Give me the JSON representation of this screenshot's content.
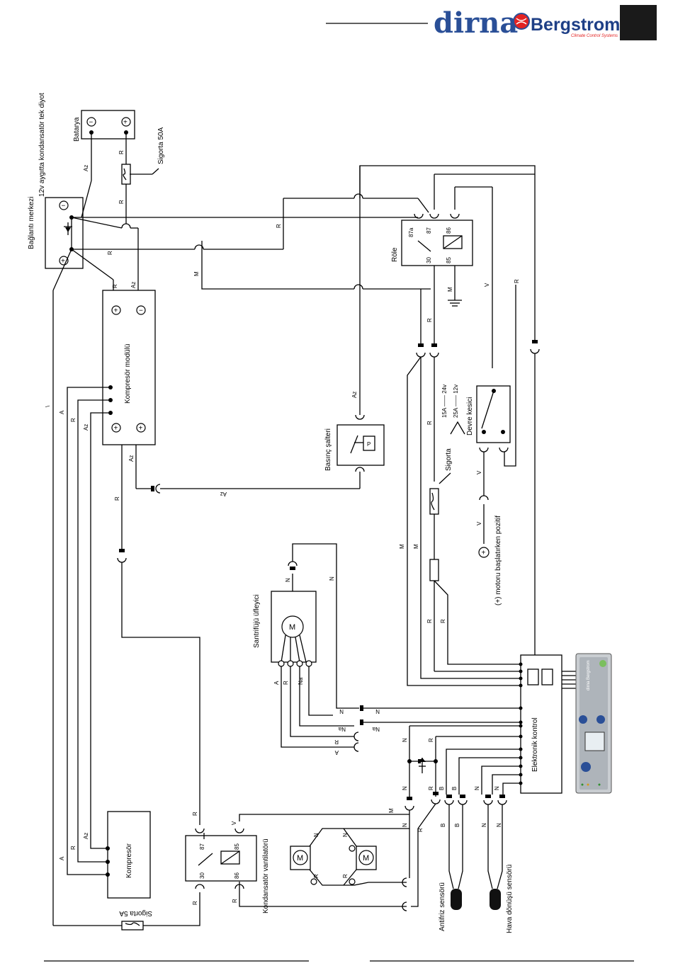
{
  "header": {
    "brand_primary": "dirna",
    "brand_secondary": "Bergstrom",
    "brand_tagline": "Climate Control Systems",
    "brand_color": "#2a4f97",
    "accent_color": "#e32322"
  },
  "components": {
    "battery": "Batarya",
    "fuse_main": "Sigorta 50A",
    "diode_note": "12v aygıtta kondansatör tek diyot",
    "junction": "Bağlantı merkezi",
    "compressor_module": "Kompresör modülü",
    "relay_top": "Röle",
    "pressure_switch": "Basınç şalteri",
    "fuse_spec_label": "Sigorta",
    "fuse_spec_1": "15A —— 24v",
    "fuse_spec_2": "25A —— 12v",
    "breaker": "Devre kesici",
    "motor_positive": "(+) motoru başlatırken pozitif",
    "blower": "Santrifüjü üfleyici",
    "electronic_control": "Elektronik kontrol",
    "compressor": "Kompresör",
    "fuse_5a": "Sigorta 5A",
    "condenser_fan": "Kondansatör vantilatörü",
    "antifreeze_sensor": "Antifriz sensörü",
    "return_air_sensor": "Hava dönüşü sensörü"
  },
  "symbols": {
    "minus": "−",
    "plus": "+",
    "motor": "M",
    "pressure": "P"
  },
  "terminals": {
    "relay_top": [
      "87a",
      "87",
      "86",
      "30",
      "85"
    ],
    "relay_bottom": [
      "87",
      "85",
      "30",
      "86"
    ]
  },
  "wire_codes": {
    "az": "Az",
    "r": "R",
    "m": "M",
    "v": "V",
    "a": "A",
    "n": "N",
    "na": "Na",
    "b": "B"
  },
  "panel": {
    "brand": "dirna Bergstrom"
  }
}
